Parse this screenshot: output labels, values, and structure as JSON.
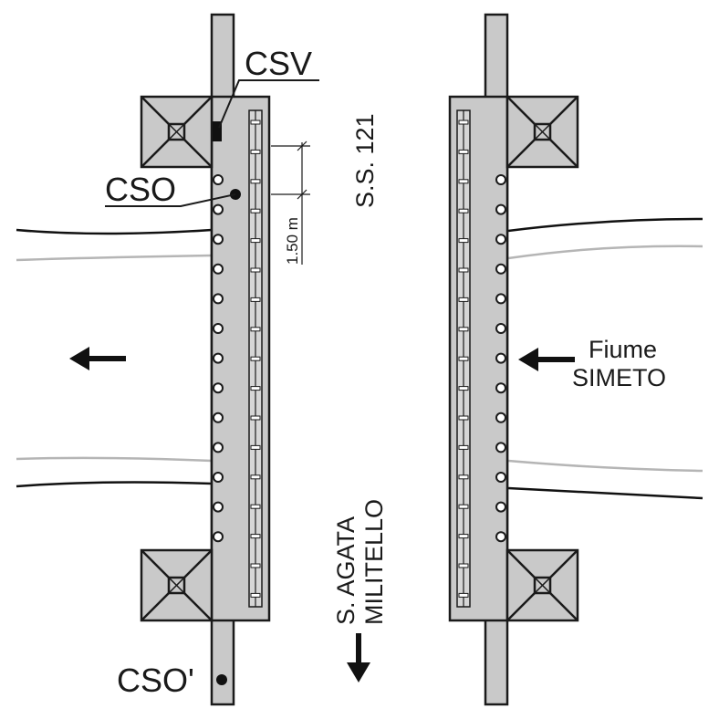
{
  "labels": {
    "csv": "CSV",
    "cso": "CSO",
    "cso_prime": "CSO'",
    "road": "S.S. 121",
    "spacing": "1.50 m",
    "river_line1": "Fiume",
    "river_line2": "SIMETO",
    "town_line1": "S. AGATA",
    "town_line2": "MILITELLO"
  },
  "colors": {
    "deck_fill": "#c9c9c9",
    "stroke": "#1a1a1a",
    "river_bank": "#111111",
    "river_water_line": "#b5b5b5"
  }
}
